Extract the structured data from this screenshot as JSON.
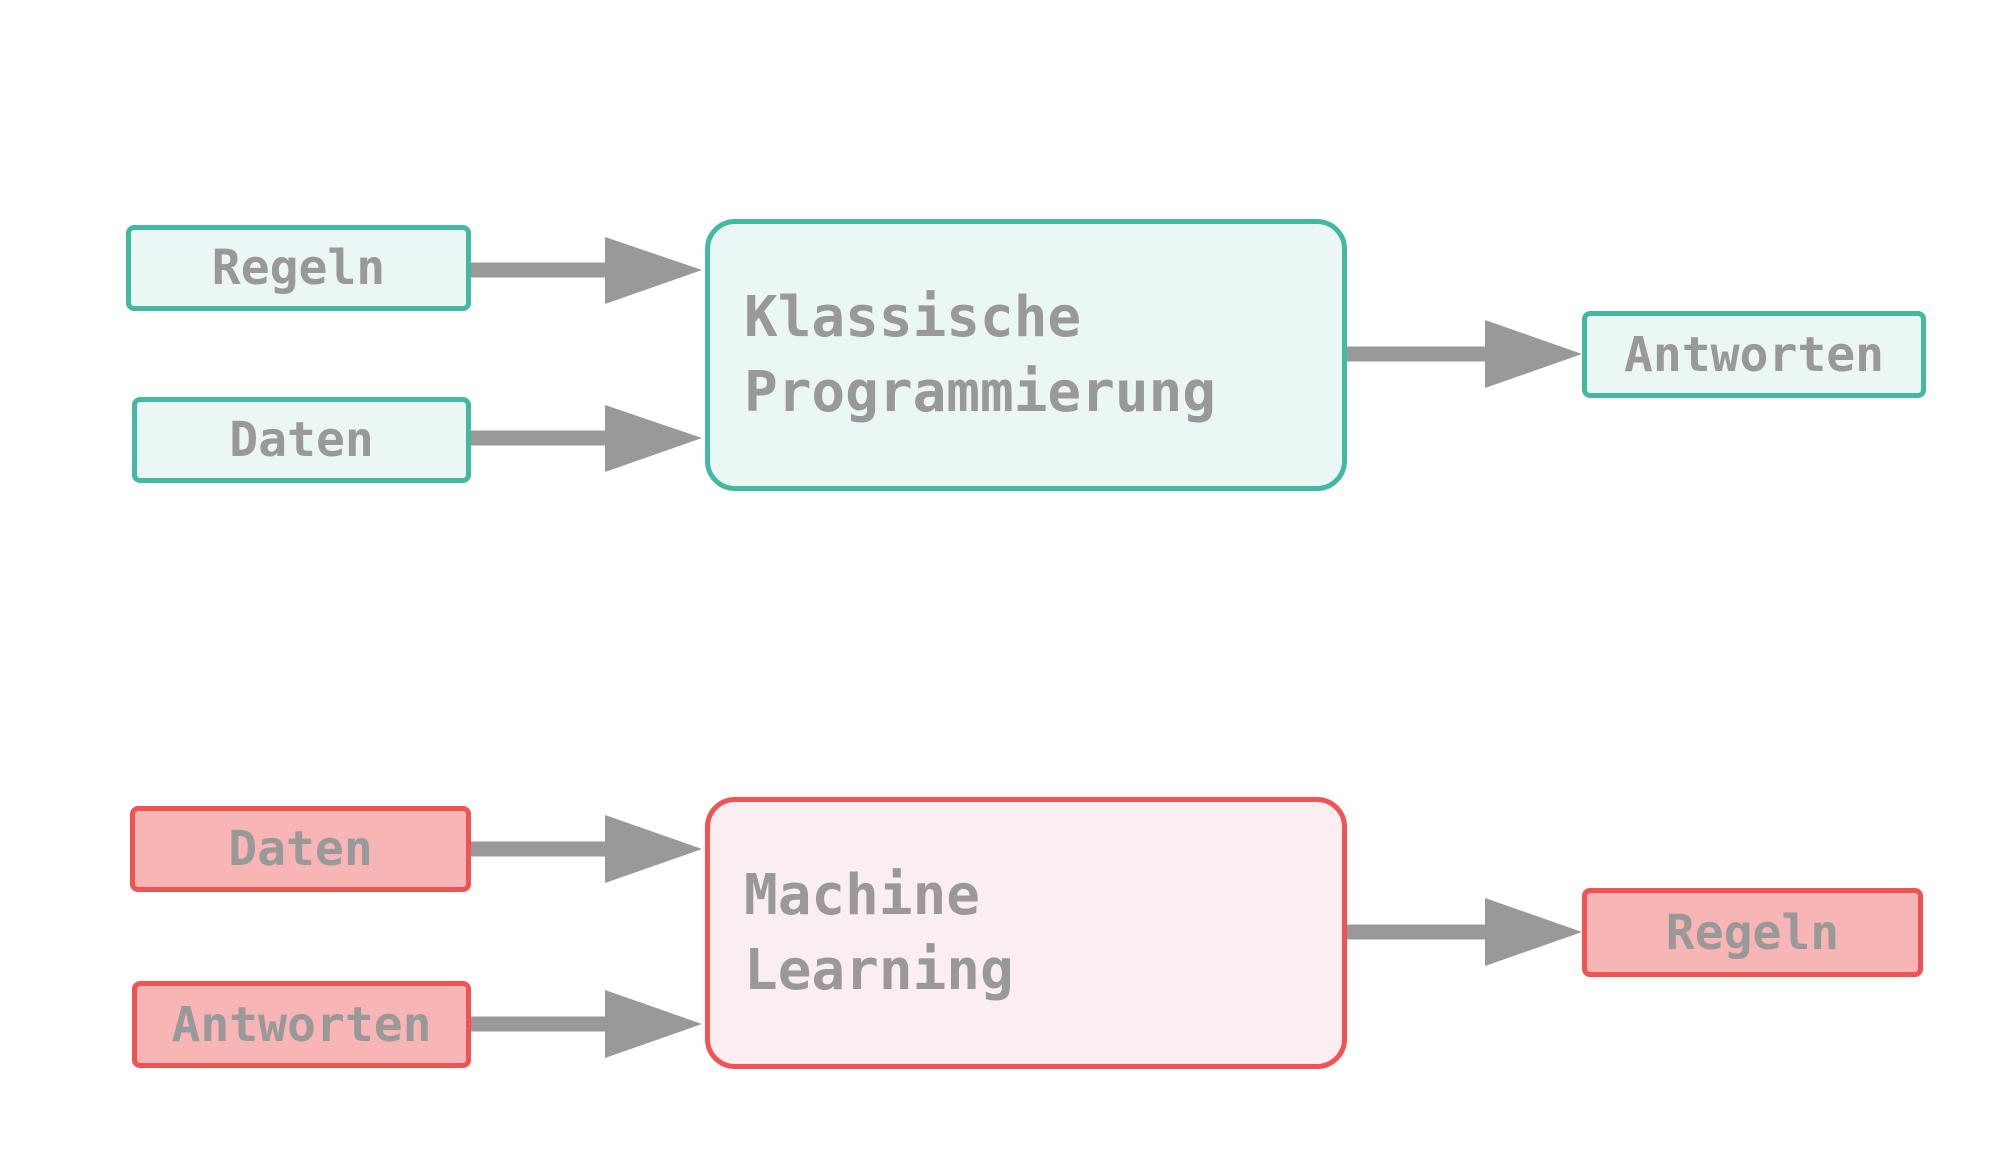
{
  "theme": {
    "classic_border": "#45b8a2",
    "classic_fill": "#eaf7f4",
    "ml_border": "#ef5354",
    "ml_small_fill": "#f7b5b6",
    "ml_big_fill": "#fbeef0",
    "text": "#999999",
    "arrow": "#999999"
  },
  "classic": {
    "input_rules": "Regeln",
    "input_data": "Daten",
    "process": "Klassische\nProgrammierung",
    "output": "Antworten"
  },
  "ml": {
    "input_data": "Daten",
    "input_answers": "Antworten",
    "process": "Machine\nLearning",
    "output": "Regeln"
  }
}
